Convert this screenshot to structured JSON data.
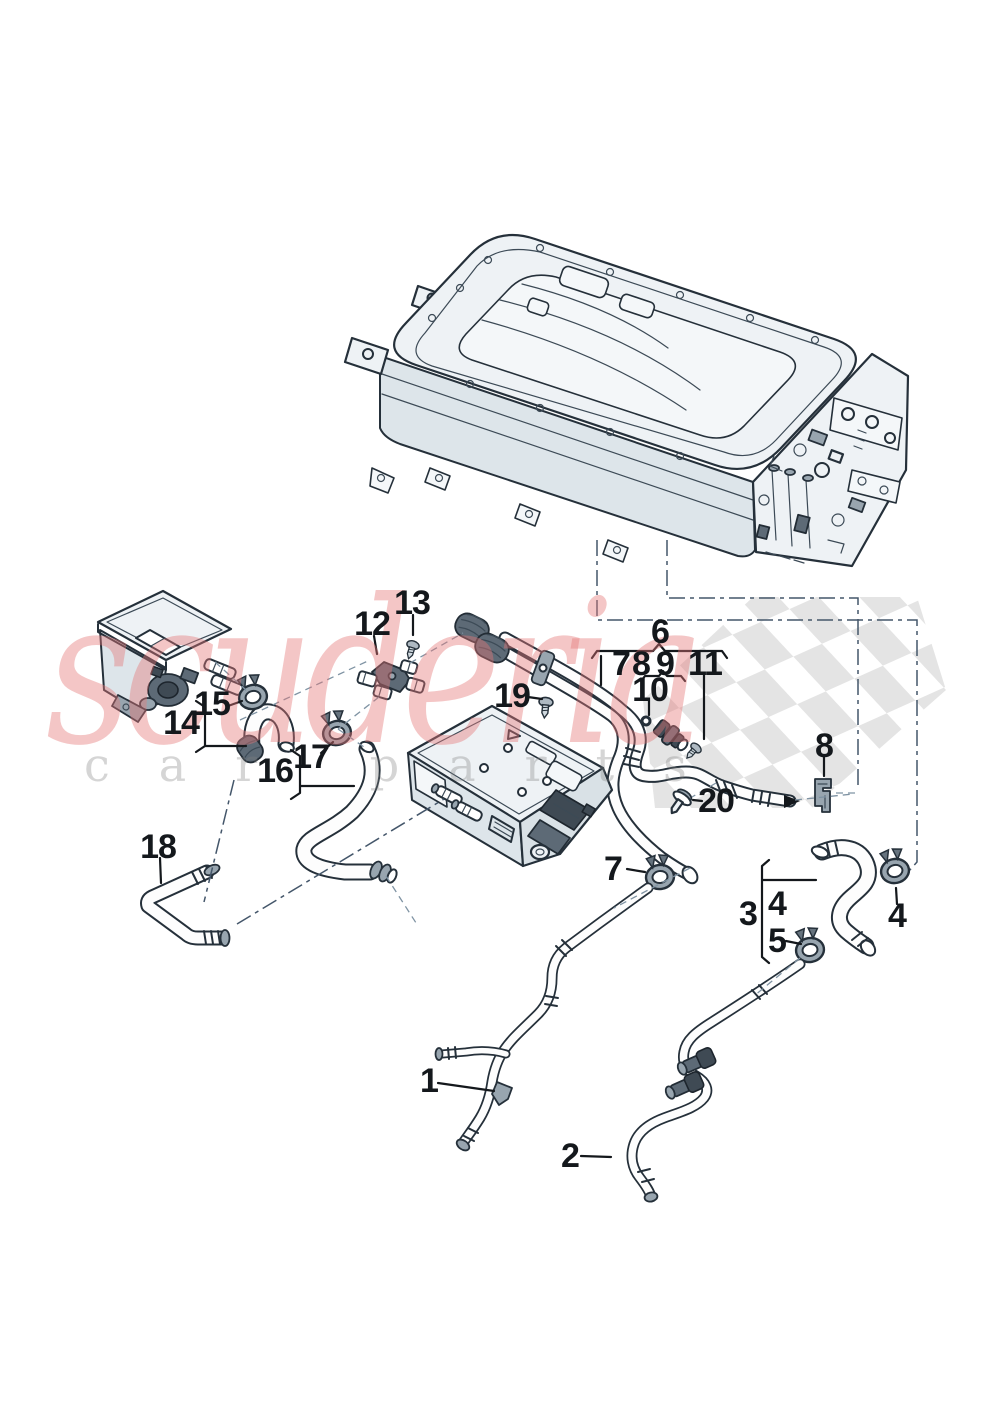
{
  "watermark": {
    "brand_text": "scuderia",
    "tagline_text": "car parts",
    "brand_color": "#e57676",
    "tagline_color": "#d8d8d8",
    "flag_color": "#e4e4e4"
  },
  "line_art": {
    "ink_color": "#25303a"
  },
  "callouts": {
    "c1": "1",
    "c2": "2",
    "c3": "3",
    "c4a": "4",
    "c4b": "4",
    "c5": "5",
    "c6": "6",
    "c7a": "7",
    "c7b": "7",
    "c8a": "8",
    "c8b": "8",
    "c9": "9",
    "c10": "10",
    "c11": "11",
    "c12": "12",
    "c13": "13",
    "c14": "14",
    "c15": "15",
    "c16": "16",
    "c17": "17",
    "c18": "18",
    "c19": "19",
    "c20": "20"
  }
}
